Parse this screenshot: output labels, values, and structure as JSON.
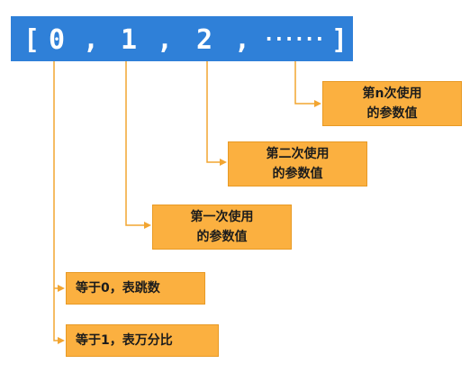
{
  "array": {
    "open_bracket": "[",
    "items": [
      "0",
      "1",
      "2",
      "······"
    ],
    "separator": ",",
    "close_bracket": "]"
  },
  "boxes": {
    "nth_use": {
      "line1": "第n次使用",
      "line2": "的参数值"
    },
    "second_use": {
      "line1": "第二次使用",
      "line2": "的参数值"
    },
    "first_use": {
      "line1": "第一次使用",
      "line2": "的参数值"
    },
    "equals_zero": "等于0，表跳数",
    "equals_one": "等于1，表万分比"
  },
  "colors": {
    "array_bar": "#2f80d8",
    "box_fill": "#fbb040",
    "connector": "#f2a531"
  }
}
